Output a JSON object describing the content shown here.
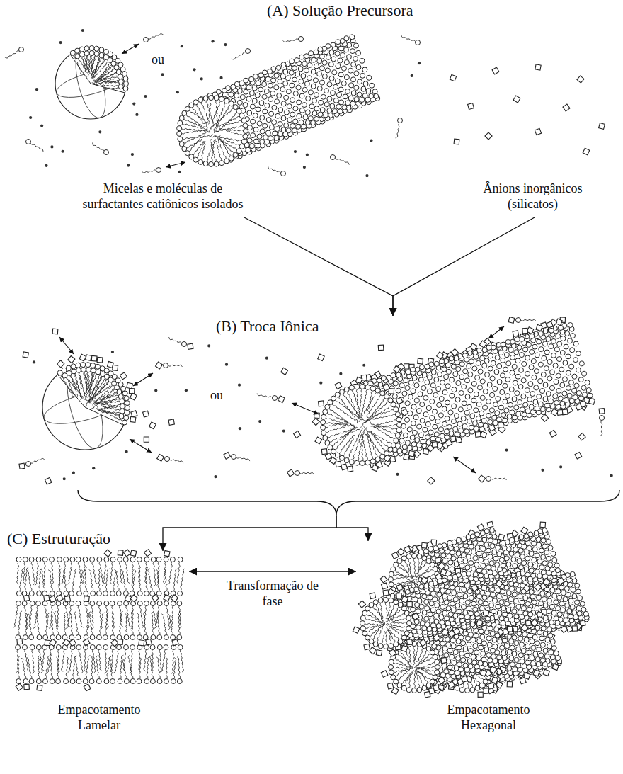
{
  "diagram": {
    "nodes": [
      {
        "text": [
          "Micelas e moléculas de surfactantes catiônicos isolados"
        ]
      },
      {
        "text": [
          "Ânions inorgânicos (silicatos)"
        ]
      },
      {
        "text": [
          "(B) Troca Iônica"
        ]
      },
      {
        "text": [
          "Empacotamento Lamelar"
        ]
      },
      {
        "text": [
          "Empacotamento Hexagonal"
        ]
      }
    ],
    "edges": [
      {
        "from": 0,
        "to": 2,
        "arrow": "to"
      },
      {
        "from": 1,
        "to": 2,
        "arrow": "to"
      },
      {
        "from": 2,
        "to": 3,
        "arrow": "to"
      },
      {
        "from": 2,
        "to": 4,
        "arrow": "to"
      },
      {
        "from": 3,
        "to": 4,
        "label": "Transformação de fase",
        "arrow": "both"
      }
    ],
    "labels": [
      "(A) Solução Precursora",
      "ou",
      "ou",
      "(C) Estruturação"
    ]
  }
}
